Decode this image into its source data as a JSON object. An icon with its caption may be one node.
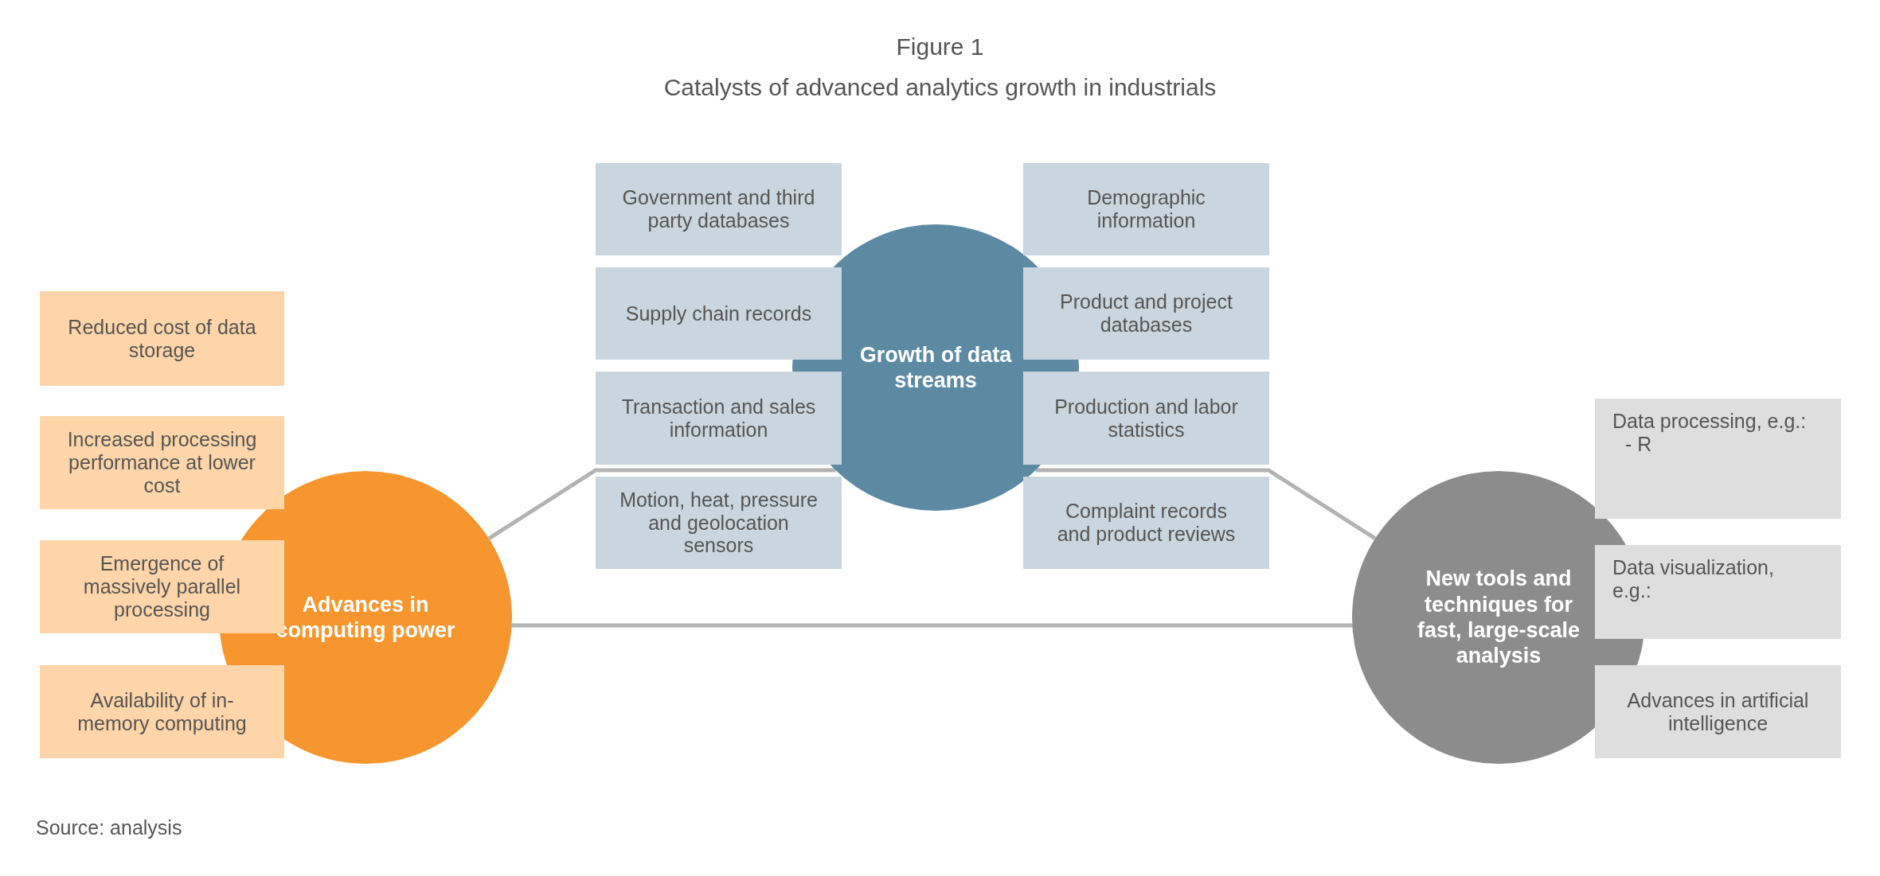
{
  "diagram": {
    "title": "Figure 1",
    "caption": "Catalysts of advanced analytics growth in industrials",
    "nodes": [
      {
        "text": [
          "Advances in computing power"
        ]
      },
      {
        "text": [
          "Reduced cost of data storage"
        ]
      },
      {
        "text": [
          "Increased processing performance at lower cost"
        ]
      },
      {
        "text": [
          "Emergence of massively parallel processing"
        ]
      },
      {
        "text": [
          "Availability of in-memory computing"
        ]
      },
      {
        "text": [
          "Growth of data streams"
        ]
      },
      {
        "text": [
          "Government and third party databases"
        ]
      },
      {
        "text": [
          "Demographic information"
        ]
      },
      {
        "text": [
          "Supply chain records"
        ]
      },
      {
        "text": [
          "Product and project databases"
        ]
      },
      {
        "text": [
          "Transaction and sales information"
        ]
      },
      {
        "text": [
          "Production and labor statistics"
        ]
      },
      {
        "text": [
          "Motion, heat, pressure and geolocation sensors"
        ]
      },
      {
        "text": [
          "Complaint records and product reviews"
        ]
      },
      {
        "text": [
          "New tools and techniques for fast, large-scale analysis"
        ]
      },
      {
        "text": [
          "Data processing, e.g.:",
          "- R"
        ]
      },
      {
        "text": [
          "Data visualization, e.g.:"
        ]
      },
      {
        "text": [
          "Advances in artificial intelligence"
        ]
      }
    ],
    "edges": [
      {
        "from": 0,
        "to": 5,
        "arrow": "none"
      },
      {
        "from": 5,
        "to": 14,
        "arrow": "none"
      },
      {
        "from": 0,
        "to": 14,
        "arrow": "none"
      }
    ],
    "labels": [
      "Source: analysis"
    ]
  }
}
